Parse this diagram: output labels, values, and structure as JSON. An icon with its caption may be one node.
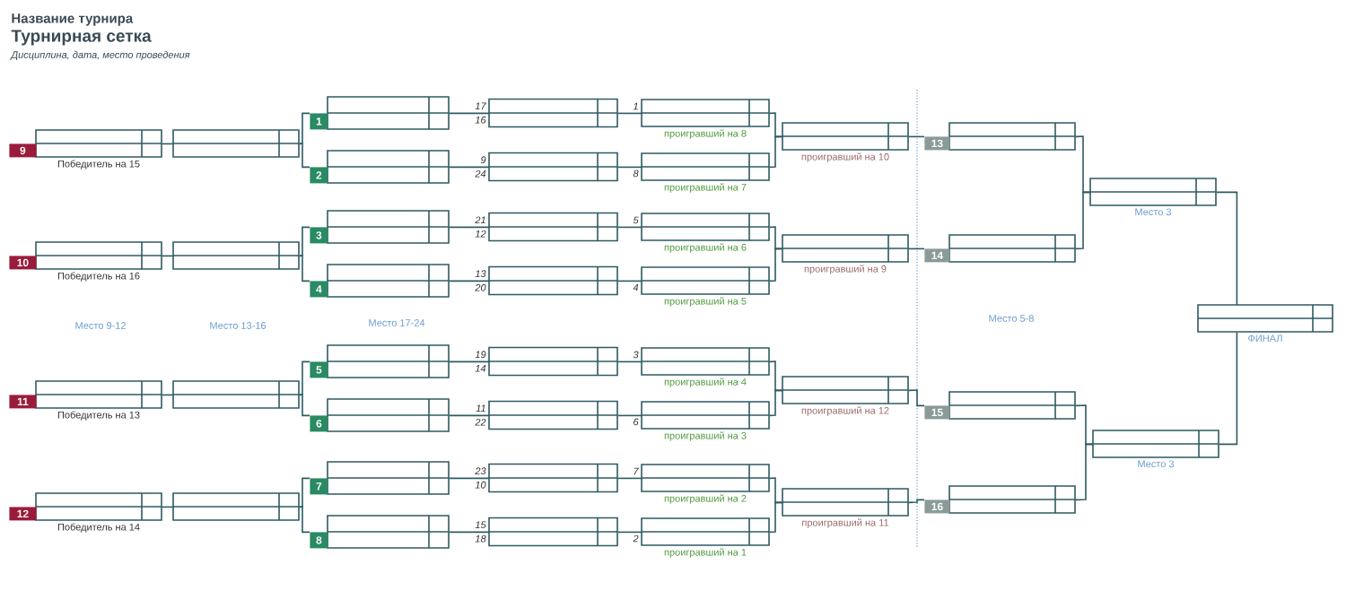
{
  "diagram": {
    "title": "Турнирная сетка",
    "nodes": [
      {
        "text": [
          "9"
        ],
        "beside": [
          "Победитель на 15"
        ]
      },
      {
        "text": [
          "10"
        ],
        "beside": [
          "Победитель на 16"
        ]
      },
      {
        "text": [
          "11"
        ],
        "beside": [
          "Победитель на 13"
        ]
      },
      {
        "text": [
          "12"
        ],
        "beside": [
          "Победитель на 14"
        ]
      },
      {
        "text": [],
        "shape": "box"
      },
      {
        "text": [],
        "shape": "box"
      },
      {
        "text": [],
        "shape": "box"
      },
      {
        "text": [],
        "shape": "box"
      },
      {
        "text": [
          "1"
        ]
      },
      {
        "text": [
          "2"
        ]
      },
      {
        "text": [
          "3"
        ]
      },
      {
        "text": [
          "4"
        ]
      },
      {
        "text": [
          "5"
        ]
      },
      {
        "text": [
          "6"
        ]
      },
      {
        "text": [
          "7"
        ]
      },
      {
        "text": [
          "8"
        ]
      },
      {
        "text": [
          "17",
          "16"
        ]
      },
      {
        "text": [
          "9",
          "24"
        ]
      },
      {
        "text": [
          "21",
          "12"
        ]
      },
      {
        "text": [
          "13",
          "20"
        ]
      },
      {
        "text": [
          "19",
          "14"
        ]
      },
      {
        "text": [
          "11",
          "22"
        ]
      },
      {
        "text": [
          "23",
          "10"
        ]
      },
      {
        "text": [
          "15",
          "18"
        ]
      },
      {
        "text": [
          "1"
        ],
        "beside": [
          "проигравший на 8"
        ]
      },
      {
        "text": [
          "8"
        ],
        "beside": [
          "проигравший на 7"
        ]
      },
      {
        "text": [
          "5"
        ],
        "beside": [
          "проигравший на 6"
        ]
      },
      {
        "text": [
          "4"
        ],
        "beside": [
          "проигравший на 5"
        ]
      },
      {
        "text": [
          "3"
        ],
        "beside": [
          "проигравший на 4"
        ]
      },
      {
        "text": [
          "6"
        ],
        "beside": [
          "проигравший на 3"
        ]
      },
      {
        "text": [
          "7"
        ],
        "beside": [
          "проигравший на 2"
        ]
      },
      {
        "text": [
          "2"
        ],
        "beside": [
          "проигравший на 1"
        ]
      },
      {
        "text": [],
        "shape": "box",
        "beside": [
          "проигравший на 10"
        ]
      },
      {
        "text": [],
        "shape": "box",
        "beside": [
          "проигравший на 9"
        ]
      },
      {
        "text": [],
        "shape": "box",
        "beside": [
          "проигравший на 12"
        ]
      },
      {
        "text": [],
        "shape": "box",
        "beside": [
          "проигравший на 11"
        ]
      },
      {
        "text": [
          "13"
        ]
      },
      {
        "text": [
          "14"
        ]
      },
      {
        "text": [
          "15"
        ]
      },
      {
        "text": [
          "16"
        ]
      },
      {
        "text": [],
        "shape": "box",
        "beside": [
          "Место 3"
        ]
      },
      {
        "text": [],
        "shape": "box",
        "beside": [
          "Место 3"
        ]
      },
      {
        "text": [],
        "shape": "box",
        "beside": [
          "ФИНАЛ"
        ]
      }
    ],
    "edges": [
      {
        "from": 0,
        "to": 4,
        "arrow": "none"
      },
      {
        "from": 1,
        "to": 5,
        "arrow": "none"
      },
      {
        "from": 2,
        "to": 6,
        "arrow": "none"
      },
      {
        "from": 3,
        "to": 7,
        "arrow": "none"
      },
      {
        "from": 4,
        "to": 8,
        "arrow": "none"
      },
      {
        "from": 4,
        "to": 9,
        "arrow": "none"
      },
      {
        "from": 5,
        "to": 10,
        "arrow": "none"
      },
      {
        "from": 5,
        "to": 11,
        "arrow": "none"
      },
      {
        "from": 6,
        "to": 12,
        "arrow": "none"
      },
      {
        "from": 6,
        "to": 13,
        "arrow": "none"
      },
      {
        "from": 7,
        "to": 14,
        "arrow": "none"
      },
      {
        "from": 7,
        "to": 15,
        "arrow": "none"
      },
      {
        "from": 8,
        "to": 16,
        "arrow": "none"
      },
      {
        "from": 9,
        "to": 17,
        "arrow": "none"
      },
      {
        "from": 10,
        "to": 18,
        "arrow": "none"
      },
      {
        "from": 11,
        "to": 19,
        "arrow": "none"
      },
      {
        "from": 12,
        "to": 20,
        "arrow": "none"
      },
      {
        "from": 13,
        "to": 21,
        "arrow": "none"
      },
      {
        "from": 14,
        "to": 22,
        "arrow": "none"
      },
      {
        "from": 15,
        "to": 23,
        "arrow": "none"
      },
      {
        "from": 16,
        "to": 24,
        "arrow": "none"
      },
      {
        "from": 17,
        "to": 25,
        "arrow": "none"
      },
      {
        "from": 18,
        "to": 26,
        "arrow": "none"
      },
      {
        "from": 19,
        "to": 27,
        "arrow": "none"
      },
      {
        "from": 20,
        "to": 28,
        "arrow": "none"
      },
      {
        "from": 21,
        "to": 29,
        "arrow": "none"
      },
      {
        "from": 22,
        "to": 30,
        "arrow": "none"
      },
      {
        "from": 23,
        "to": 31,
        "arrow": "none"
      },
      {
        "from": 24,
        "to": 32,
        "arrow": "none"
      },
      {
        "from": 25,
        "to": 32,
        "arrow": "none"
      },
      {
        "from": 26,
        "to": 33,
        "arrow": "none"
      },
      {
        "from": 27,
        "to": 33,
        "arrow": "none"
      },
      {
        "from": 28,
        "to": 34,
        "arrow": "none"
      },
      {
        "from": 29,
        "to": 34,
        "arrow": "none"
      },
      {
        "from": 30,
        "to": 35,
        "arrow": "none"
      },
      {
        "from": 31,
        "to": 35,
        "arrow": "none"
      },
      {
        "from": 32,
        "to": 36,
        "arrow": "none"
      },
      {
        "from": 33,
        "to": 37,
        "arrow": "none"
      },
      {
        "from": 34,
        "to": 38,
        "arrow": "none"
      },
      {
        "from": 35,
        "to": 39,
        "arrow": "none"
      },
      {
        "from": 36,
        "to": 40,
        "arrow": "none"
      },
      {
        "from": 37,
        "to": 40,
        "arrow": "none"
      },
      {
        "from": 38,
        "to": 41,
        "arrow": "none"
      },
      {
        "from": 39,
        "to": 41,
        "arrow": "none"
      },
      {
        "from": 40,
        "to": 42,
        "arrow": "none"
      },
      {
        "from": 41,
        "to": 42,
        "arrow": "none"
      }
    ],
    "labels": [
      "Название турнира",
      "Дисциплина, дата, место проведения",
      "Место 9-12",
      "Место 13-16",
      "Место 17-24",
      "Место 5-8"
    ]
  }
}
